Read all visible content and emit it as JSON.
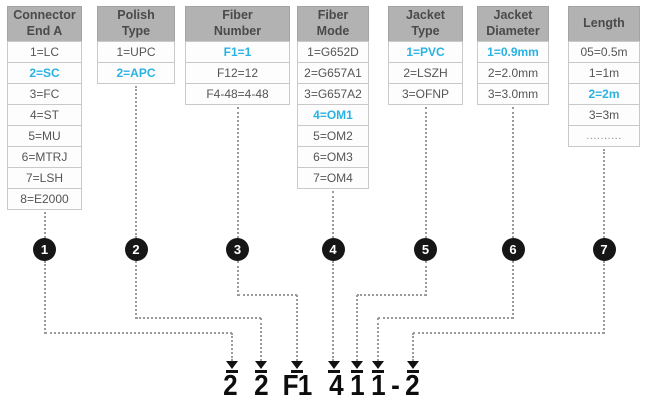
{
  "colors": {
    "accent": "#29b2e2",
    "header_bg": "#b2b2b2",
    "header_text": "#4a4a4a",
    "item_text": "#555555",
    "item_border": "#c9c9c9",
    "badge_bg": "#161616",
    "line": "#9b9b9b",
    "code_text": "#0d0d0d"
  },
  "columns": [
    {
      "header": "Connector\nEnd A",
      "step": "1",
      "items": [
        {
          "label": "1=LC",
          "highlighted": false
        },
        {
          "label": "2=SC",
          "highlighted": true
        },
        {
          "label": "3=FC",
          "highlighted": false
        },
        {
          "label": "4=ST",
          "highlighted": false
        },
        {
          "label": "5=MU",
          "highlighted": false
        },
        {
          "label": "6=MTRJ",
          "highlighted": false
        },
        {
          "label": "7=LSH",
          "highlighted": false
        },
        {
          "label": "8=E2000",
          "highlighted": false
        }
      ]
    },
    {
      "header": "Polish\nType",
      "step": "2",
      "items": [
        {
          "label": "1=UPC",
          "highlighted": false
        },
        {
          "label": "2=APC",
          "highlighted": true
        }
      ]
    },
    {
      "header": "Fiber\nNumber",
      "step": "3",
      "items": [
        {
          "label": "F1=1",
          "highlighted": true
        },
        {
          "label": "F12=12",
          "highlighted": false
        },
        {
          "label": "F4-48=4-48",
          "highlighted": false
        }
      ]
    },
    {
      "header": "Fiber\nMode",
      "step": "4",
      "items": [
        {
          "label": "1=G652D",
          "highlighted": false
        },
        {
          "label": "2=G657A1",
          "highlighted": false
        },
        {
          "label": "3=G657A2",
          "highlighted": false
        },
        {
          "label": "4=OM1",
          "highlighted": true
        },
        {
          "label": "5=OM2",
          "highlighted": false
        },
        {
          "label": "6=OM3",
          "highlighted": false
        },
        {
          "label": "7=OM4",
          "highlighted": false
        }
      ]
    },
    {
      "header": "Jacket\nType",
      "step": "5",
      "items": [
        {
          "label": "1=PVC",
          "highlighted": true
        },
        {
          "label": "2=LSZH",
          "highlighted": false
        },
        {
          "label": "3=OFNP",
          "highlighted": false
        }
      ]
    },
    {
      "header": "Jacket\nDiameter",
      "step": "6",
      "items": [
        {
          "label": "1=0.9mm",
          "highlighted": true
        },
        {
          "label": "2=2.0mm",
          "highlighted": false
        },
        {
          "label": "3=3.0mm",
          "highlighted": false
        }
      ]
    },
    {
      "header": "Length",
      "step": "7",
      "items": [
        {
          "label": "05=0.5m",
          "highlighted": false
        },
        {
          "label": "1=1m",
          "highlighted": false
        },
        {
          "label": "2=2m",
          "highlighted": true
        },
        {
          "label": "3=3m",
          "highlighted": false
        },
        {
          "label": "..........",
          "highlighted": false,
          "muted": true
        }
      ]
    }
  ],
  "part_number": {
    "segments": [
      "2",
      "2",
      "F1",
      "4",
      "1",
      "1",
      "-",
      "2"
    ],
    "value": "22F1411-2"
  }
}
